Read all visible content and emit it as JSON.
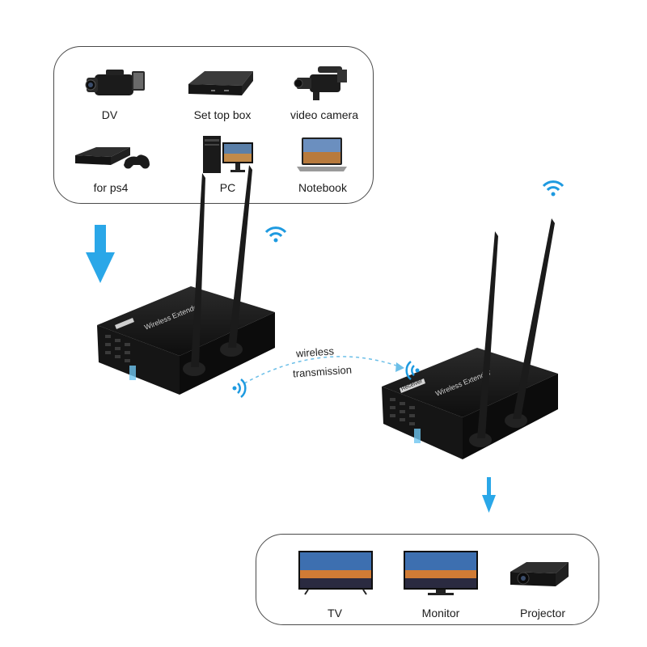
{
  "sources": [
    {
      "label": "DV",
      "icon": "camcorder-icon"
    },
    {
      "label": "Set top box",
      "icon": "set-top-box-icon"
    },
    {
      "label": "video camera",
      "icon": "pro-video-camera-icon"
    },
    {
      "label": "for ps4",
      "icon": "game-console-icon"
    },
    {
      "label": "PC",
      "icon": "desktop-pc-icon"
    },
    {
      "label": "Notebook",
      "icon": "laptop-icon"
    }
  ],
  "displays": [
    {
      "label": "TV",
      "icon": "tv-icon"
    },
    {
      "label": "Monitor",
      "icon": "monitor-icon"
    },
    {
      "label": "Projector",
      "icon": "projector-icon"
    }
  ],
  "link": {
    "line1": "wireless",
    "line2": "transmission"
  },
  "devices": {
    "transmitter_text": "Wireless Extender",
    "receiver_tag": "Receiver",
    "receiver_text": "Wireless Extender"
  },
  "colors": {
    "arrow_blue": "#2aa7e8",
    "signal_blue": "#1e9ae0",
    "device_black": "#141414",
    "panel_border": "#4a4a4a"
  }
}
